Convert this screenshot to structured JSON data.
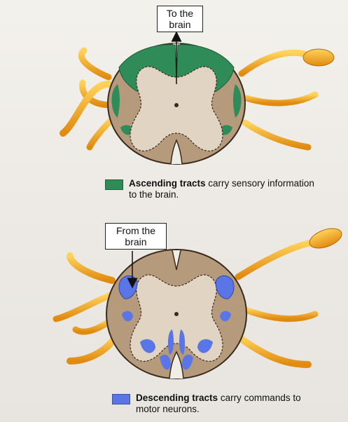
{
  "callouts": {
    "top": "To the brain",
    "bottom": "From the brain"
  },
  "legend": {
    "ascending": {
      "title": "Ascending tracts",
      "text": "carry sensory information to the brain.",
      "color": "#2f8b57"
    },
    "descending": {
      "title": "Descending tracts",
      "text": "carry commands to motor neurons.",
      "color": "#5a76e6"
    }
  },
  "colors": {
    "white_matter": "#b59a7c",
    "gray_matter": "#e2d4c3",
    "nerve_root": "#f0a820",
    "outline": "#3a2a1e"
  }
}
